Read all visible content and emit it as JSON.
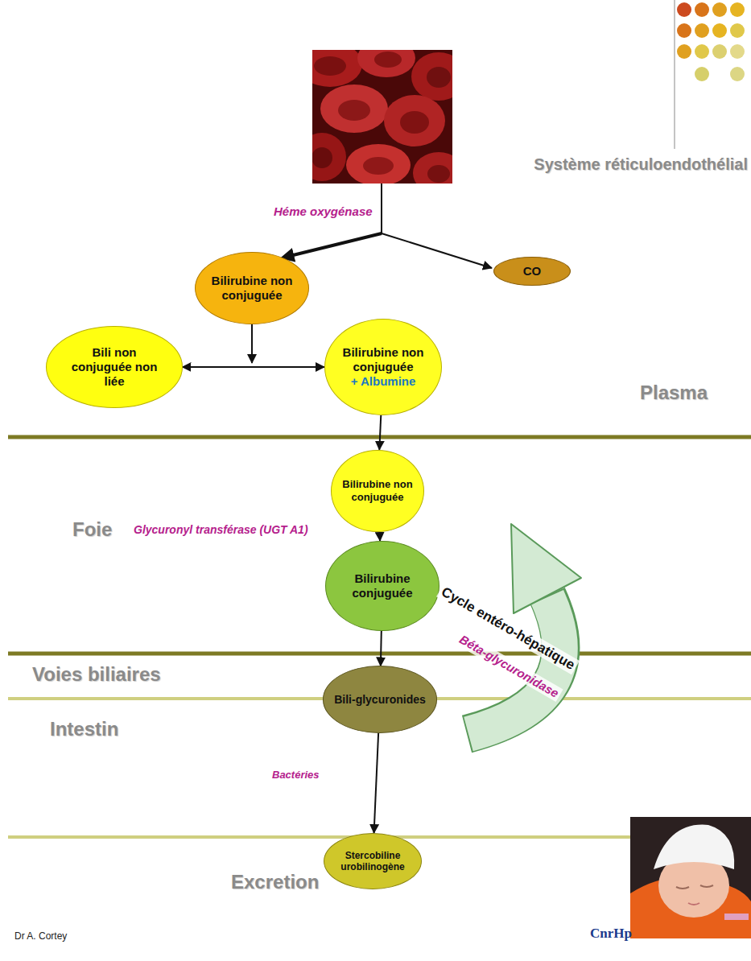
{
  "diagram": {
    "nodes": [
      {
        "text": [
          "Bilirubine non conjuguée"
        ]
      },
      {
        "text": [
          "CO"
        ]
      },
      {
        "text": [
          "Bili non conjuguée non liée"
        ]
      },
      {
        "text": [
          "Bilirubine non conjuguée",
          "+ Albumine"
        ]
      },
      {
        "text": [
          "Bilirubine non conjuguée"
        ]
      },
      {
        "text": [
          "Bilirubine conjuguée"
        ]
      },
      {
        "text": [
          "Bili-glycuronides"
        ]
      },
      {
        "text": [
          "Stercobiline urobilinogène"
        ]
      }
    ],
    "edges": [
      {
        "from": 2,
        "to": 3,
        "arrow": "both"
      },
      {
        "from": 3,
        "to": 4,
        "arrow": "to"
      },
      {
        "from": 4,
        "to": 5,
        "arrow": "to"
      },
      {
        "from": 5,
        "to": 6,
        "arrow": "to"
      },
      {
        "from": 6,
        "to": 7,
        "arrow": "to"
      }
    ],
    "labels": [
      "Système réticuloendothélial",
      "Héme oxygénase",
      "Plasma",
      "Foie",
      "Glycuronyl transférase (UGT A1)",
      "Cycle entéro-hépatique",
      "Béta-glycuronidase",
      "Voies biliaires",
      "Intestin",
      "Bactéries",
      "Excretion",
      "Dr A. Cortey",
      "CnrHp"
    ]
  }
}
